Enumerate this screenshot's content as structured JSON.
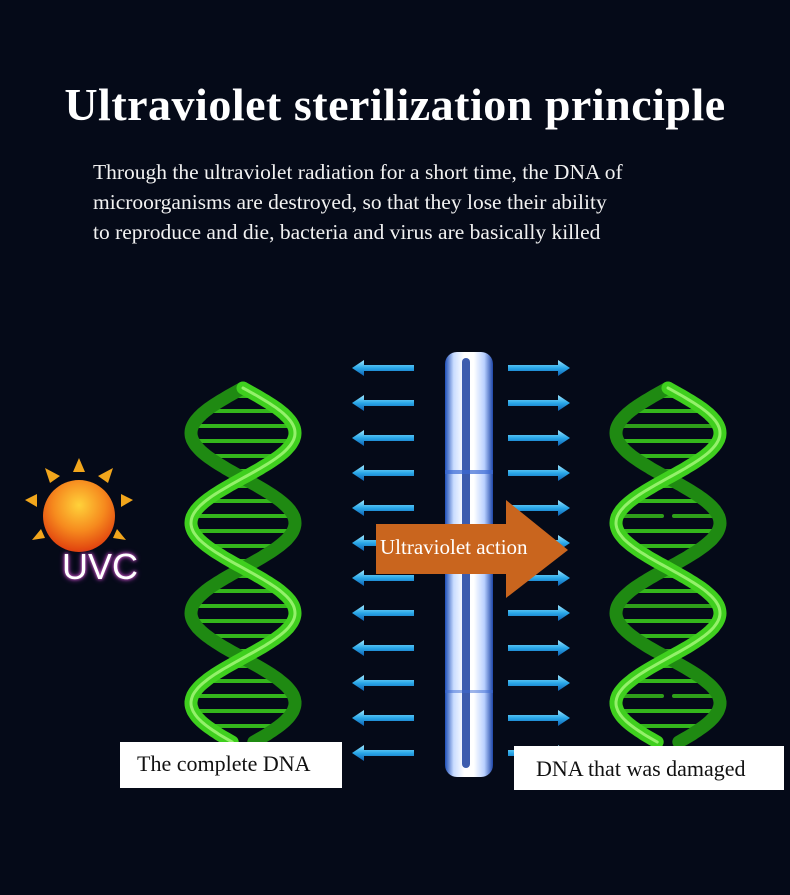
{
  "title": "Ultraviolet sterilization principle",
  "description": [
    "Through the ultraviolet radiation for a short time, the DNA of",
    "microorganisms are destroyed, so that they lose their ability",
    "to reproduce and die, bacteria and virus are basically killed"
  ],
  "uvc_label": "UVC",
  "action_label": "Ultraviolet action",
  "labels": {
    "complete_dna": "The complete DNA",
    "damaged_dna": "DNA that was damaged"
  },
  "colors": {
    "background": "#050a18",
    "dna_green": "#3fcf1e",
    "arrow_blue": "#2aa8e8",
    "action_orange": "#c9651e",
    "sun_orange": "#f4761a"
  },
  "icons": [
    "sun-icon",
    "uv-lamp-icon",
    "dna-helix-icon",
    "radiation-arrow-icon",
    "action-arrow-icon"
  ]
}
